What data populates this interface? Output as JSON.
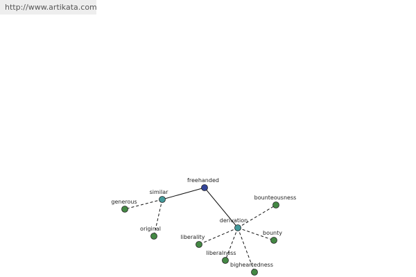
{
  "watermark": {
    "url": "http://www.artikata.com"
  },
  "colors": {
    "root": "#334499",
    "category": "#44999a",
    "leaf": "#448844",
    "stroke": "#222222",
    "edge": "#111111"
  },
  "graph": {
    "nodes": [
      {
        "id": "freehanded",
        "label": "freehanded",
        "kind": "root"
      },
      {
        "id": "similar",
        "label": "similar",
        "kind": "category"
      },
      {
        "id": "derivation",
        "label": "derivation",
        "kind": "category"
      },
      {
        "id": "generous",
        "label": "generous",
        "kind": "leaf"
      },
      {
        "id": "original",
        "label": "original",
        "kind": "leaf"
      },
      {
        "id": "bounteousness",
        "label": "bounteousness",
        "kind": "leaf"
      },
      {
        "id": "bounty",
        "label": "bounty",
        "kind": "leaf"
      },
      {
        "id": "liberality",
        "label": "liberality",
        "kind": "leaf"
      },
      {
        "id": "liberalness",
        "label": "liberalness",
        "kind": "leaf"
      },
      {
        "id": "bigheartedness",
        "label": "bigheartedness",
        "kind": "leaf"
      }
    ],
    "edges": [
      {
        "from": "freehanded",
        "to": "similar",
        "style": "solid"
      },
      {
        "from": "freehanded",
        "to": "derivation",
        "style": "solid"
      },
      {
        "from": "similar",
        "to": "generous",
        "style": "dashed"
      },
      {
        "from": "similar",
        "to": "original",
        "style": "dashed"
      },
      {
        "from": "derivation",
        "to": "bounteousness",
        "style": "dashed"
      },
      {
        "from": "derivation",
        "to": "bounty",
        "style": "dashed"
      },
      {
        "from": "derivation",
        "to": "liberality",
        "style": "dashed"
      },
      {
        "from": "derivation",
        "to": "liberalness",
        "style": "dashed"
      },
      {
        "from": "derivation",
        "to": "bigheartedness",
        "style": "dashed"
      }
    ]
  }
}
